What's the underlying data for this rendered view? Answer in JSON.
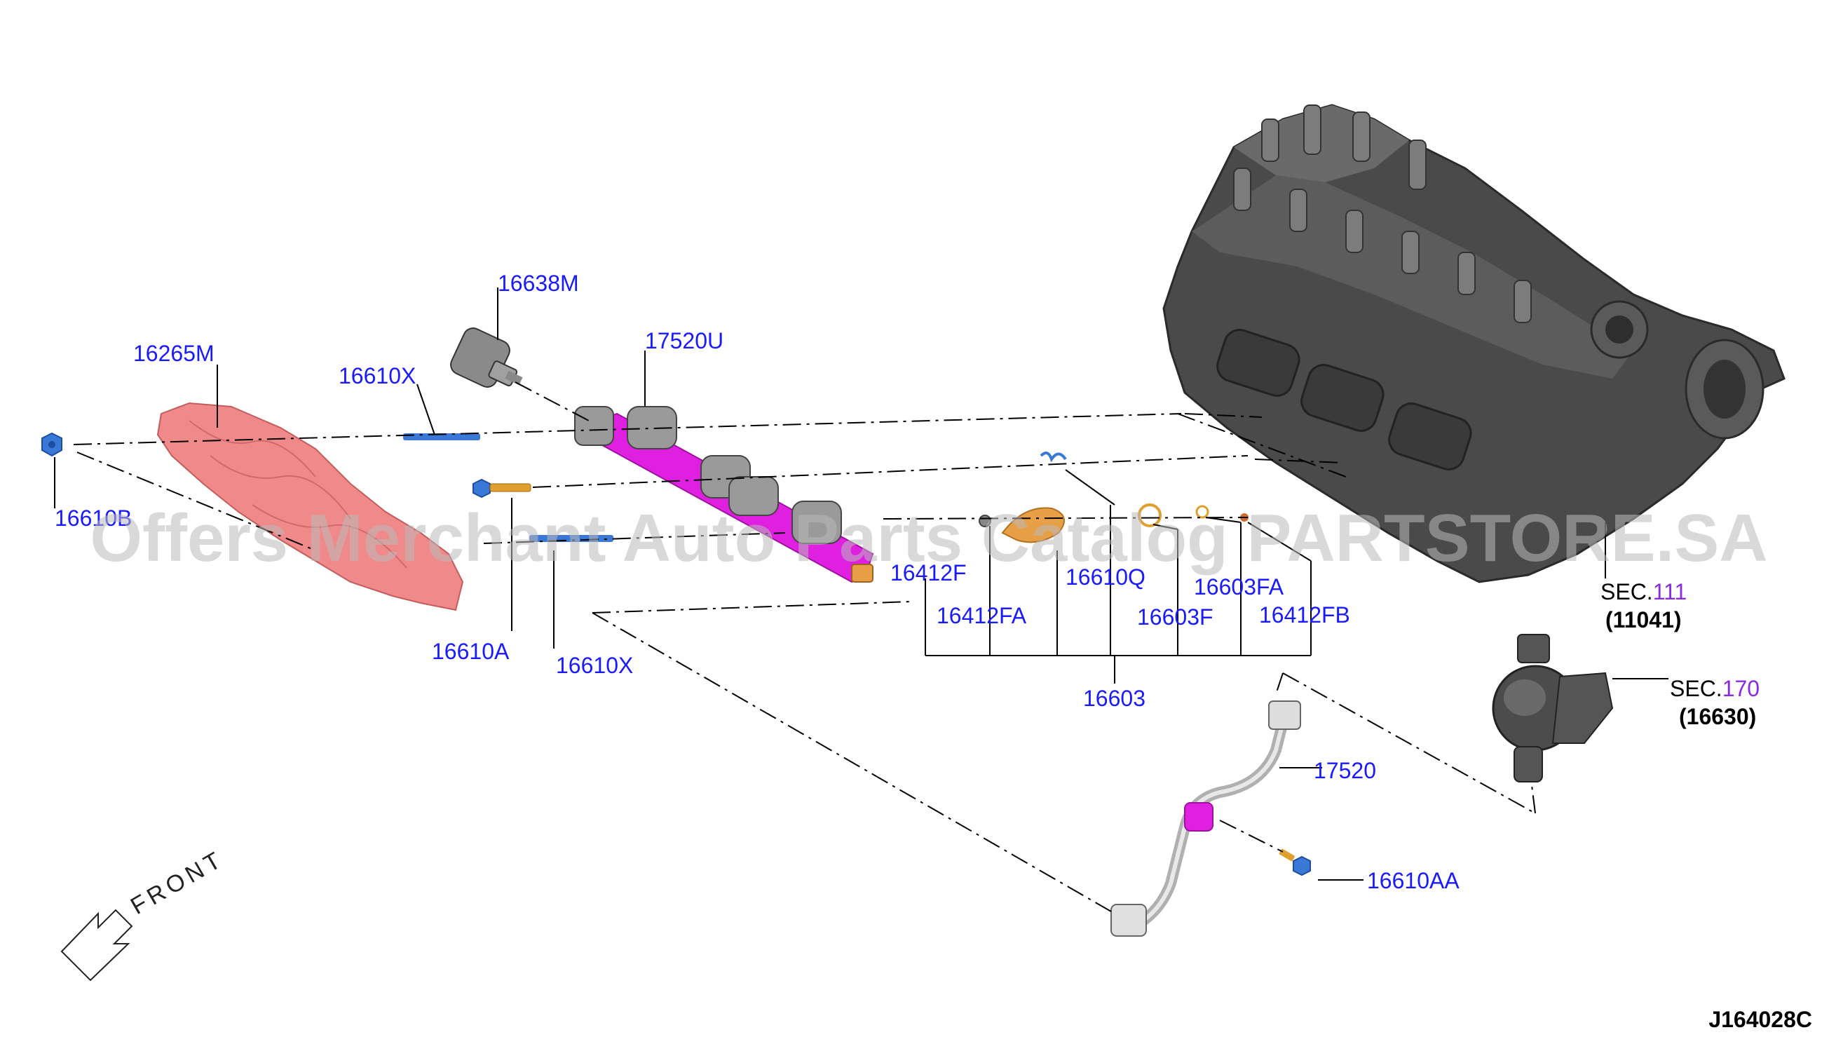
{
  "figure_id": "J164028C",
  "watermark": "Offers Merchant Auto Parts Catalog PARTSTORE.SA",
  "front_label": "FRONT",
  "parts": {
    "p16638M": "16638M",
    "p16265M": "16265M",
    "p16610X_top": "16610X",
    "p17520U": "17520U",
    "p16610B": "16610B",
    "p16610A": "16610A",
    "p16610X_bottom": "16610X",
    "p16412F": "16412F",
    "p16412FA": "16412FA",
    "p16610Q": "16610Q",
    "p16603FA": "16603FA",
    "p16603F": "16603F",
    "p16412FB": "16412FB",
    "p16603": "16603",
    "p17520": "17520",
    "p16610AA": "16610AA"
  },
  "sections": [
    {
      "prefix": "SEC.",
      "number": "111",
      "ref": "(11041)"
    },
    {
      "prefix": "SEC.",
      "number": "170",
      "ref": "(16630)"
    }
  ],
  "colors": {
    "label": "#1a1aff",
    "section_number": "#8a2be2",
    "fuel_rail": "#e020e0",
    "heat_shield": "#f08a8a",
    "bolts": "#3a78d8",
    "seal_ring": "#e0a030",
    "engine_block": "#4a4a4a"
  }
}
